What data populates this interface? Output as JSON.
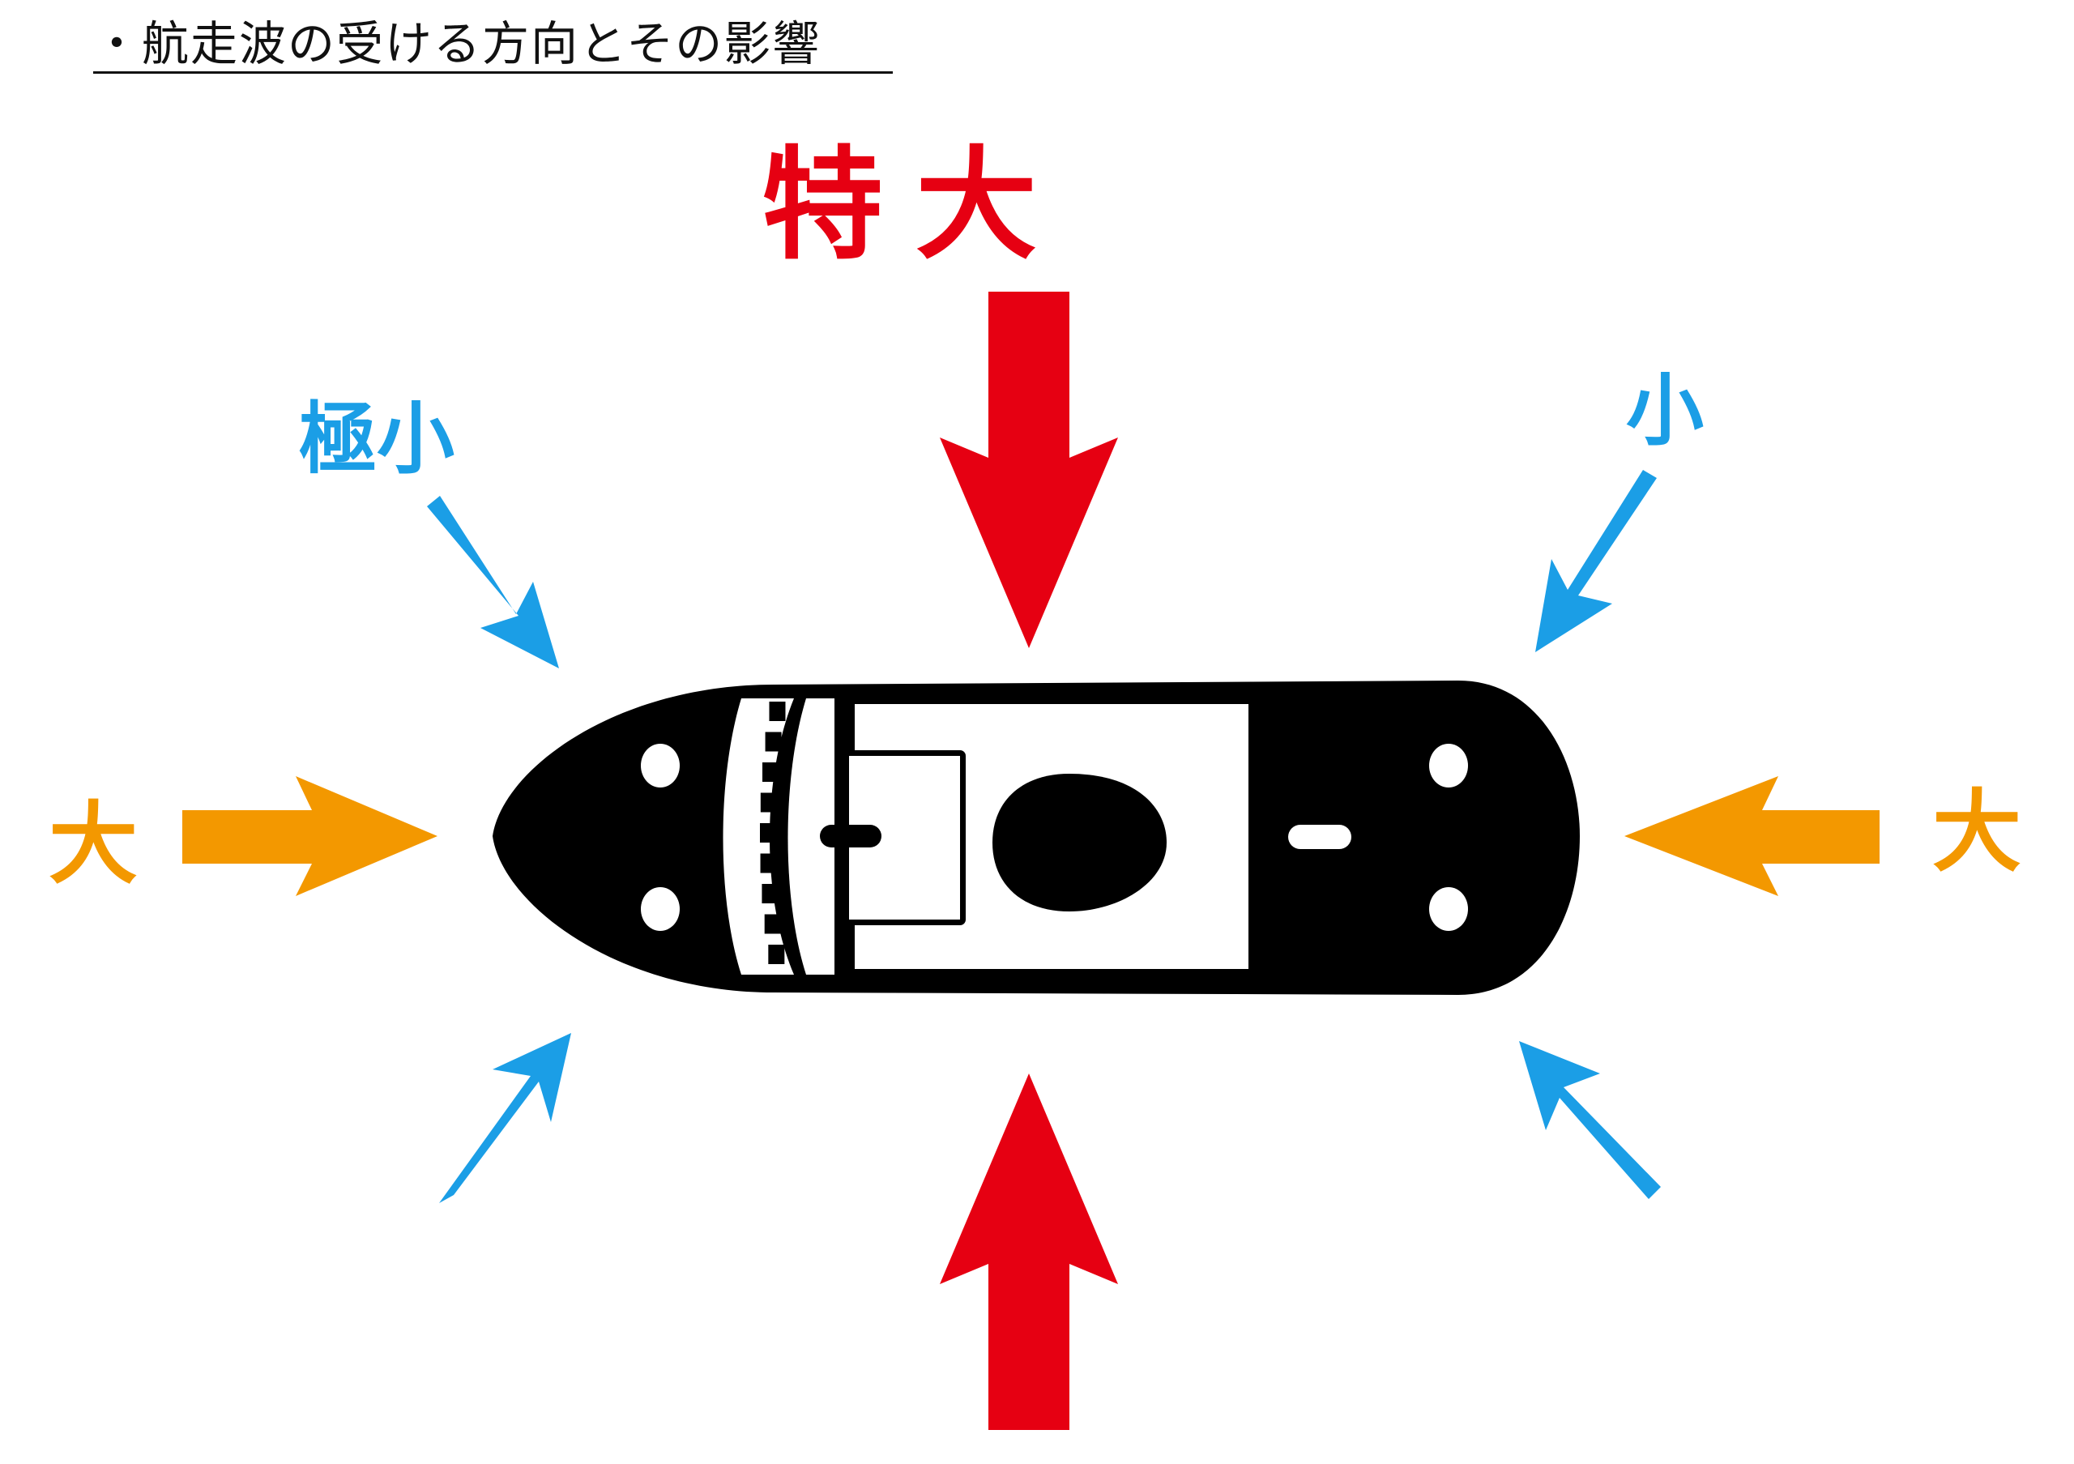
{
  "title": "・航走波の受ける方向とその影響",
  "labels": {
    "front": "特大",
    "front_left": "極小",
    "front_right": "小",
    "left": "大",
    "right": "大"
  },
  "colors": {
    "red": "#e60012",
    "orange": "#f39800",
    "blue": "#1b9ee6",
    "hull": "#000000",
    "deck": "#ffffff"
  }
}
